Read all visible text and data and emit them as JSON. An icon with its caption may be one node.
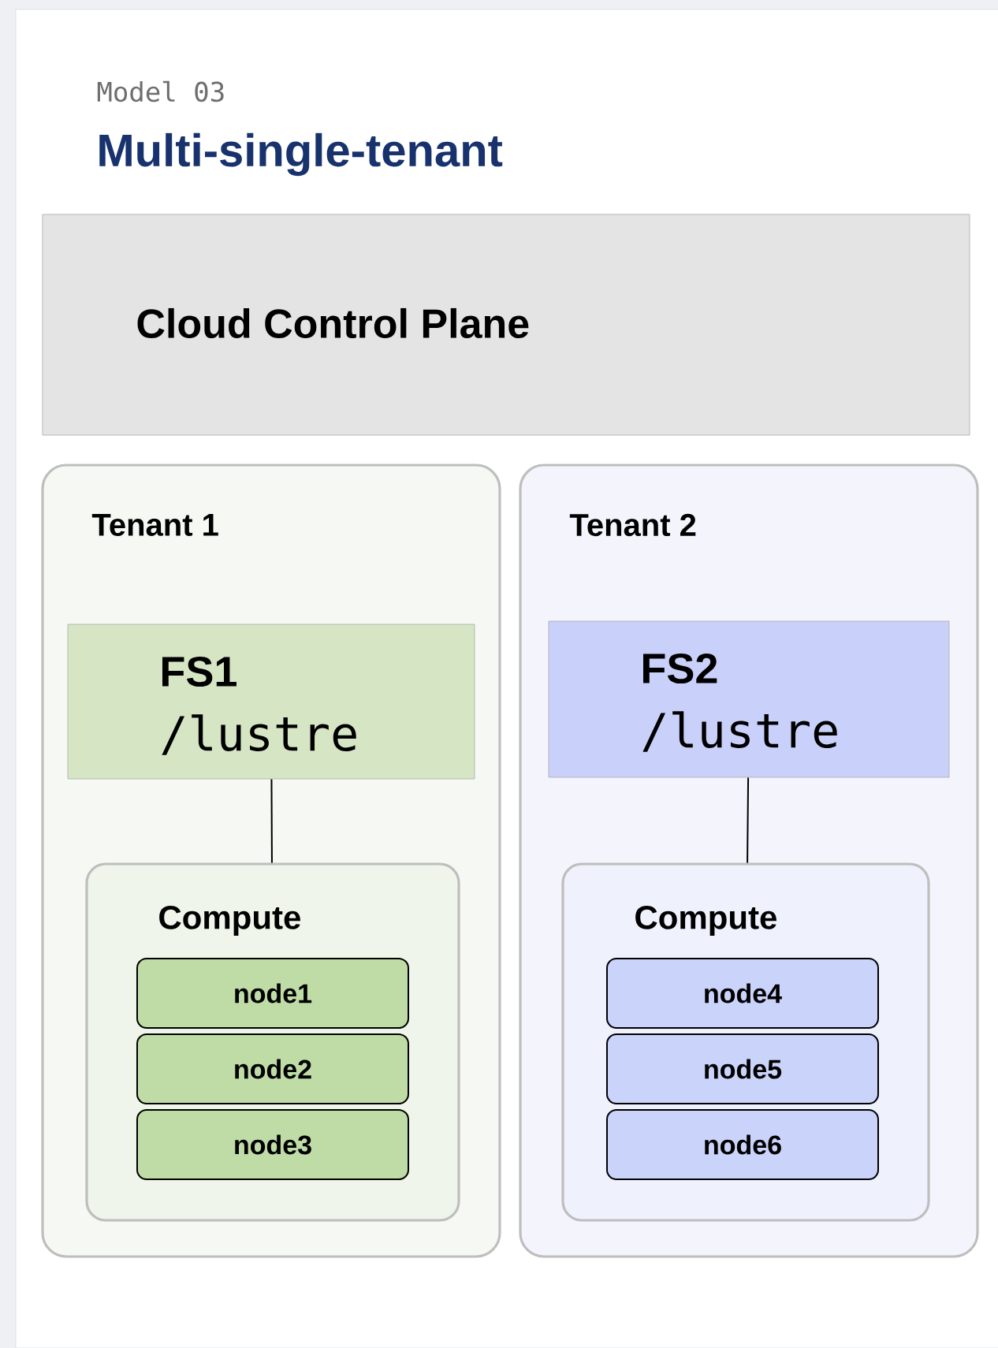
{
  "diagram": {
    "title": "Multi-single-tenant",
    "nodes": [
      {
        "text": [
          "Cloud Control Plane"
        ]
      },
      {
        "text": [
          "Tenant 1"
        ]
      },
      {
        "text": [
          "FS1",
          "/lustre"
        ],
        "in": 1
      },
      {
        "text": [
          "Compute"
        ],
        "in": 1
      },
      {
        "text": [
          "node1"
        ],
        "in": 3
      },
      {
        "text": [
          "node2"
        ],
        "in": 3
      },
      {
        "text": [
          "node3"
        ],
        "in": 3
      },
      {
        "text": [
          "Tenant 2"
        ]
      },
      {
        "text": [
          "FS2",
          "/lustre"
        ],
        "in": 7
      },
      {
        "text": [
          "Compute"
        ],
        "in": 7
      },
      {
        "text": [
          "node4"
        ],
        "in": 9
      },
      {
        "text": [
          "node5"
        ],
        "in": 9
      },
      {
        "text": [
          "node6"
        ],
        "in": 9
      }
    ],
    "edges": [
      {
        "from": 2,
        "to": 3,
        "arrow": "none"
      },
      {
        "from": 8,
        "to": 9,
        "arrow": "none"
      }
    ],
    "labels": [
      "Model 03"
    ]
  }
}
